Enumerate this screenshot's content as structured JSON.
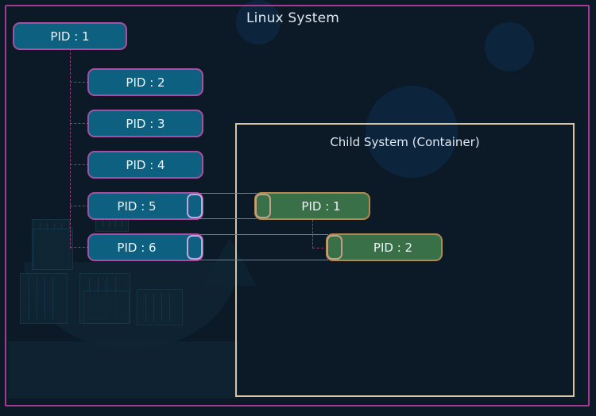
{
  "diagram": {
    "title": "Linux System",
    "container_title": "Child System (Container)",
    "colors": {
      "background": "#0b1a26",
      "outer_border": "#a33b94",
      "container_border": "#d6c5a5",
      "host_process_fill": "#0d6080",
      "host_process_border": "#a94fa0",
      "guest_process_fill": "#3a7048",
      "guest_process_border": "#b08a4e",
      "mapping_line": "#cf46c0",
      "tree_line": "#9b3a7e",
      "text": "#eaf4f8"
    },
    "host_processes": [
      {
        "label": "PID : 1",
        "role": "root-init"
      },
      {
        "label": "PID : 2",
        "role": "child"
      },
      {
        "label": "PID : 3",
        "role": "child"
      },
      {
        "label": "PID : 4",
        "role": "child"
      },
      {
        "label": "PID : 5",
        "role": "namespaced-child"
      },
      {
        "label": "PID : 6",
        "role": "namespaced-child"
      }
    ],
    "guest_processes": [
      {
        "label": "PID : 1",
        "role": "container-init"
      },
      {
        "label": "PID : 2",
        "role": "container-child"
      }
    ],
    "mappings": [
      {
        "from": "PID : 5",
        "to": "PID : 1"
      },
      {
        "from": "PID : 6",
        "to": "PID : 2"
      }
    ]
  }
}
